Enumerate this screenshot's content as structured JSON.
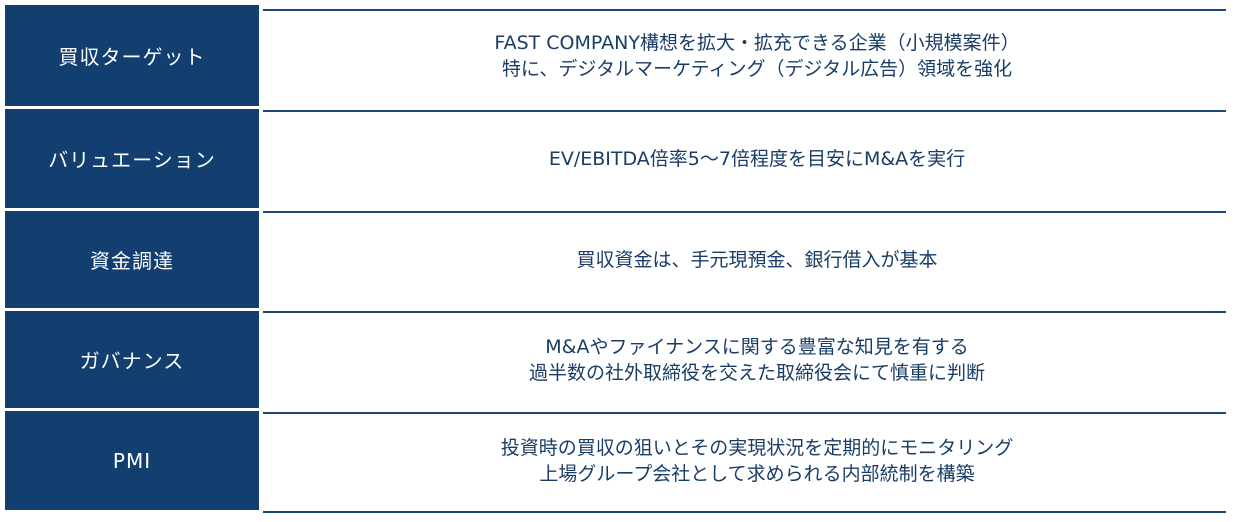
{
  "rows": [
    {
      "label": "買収ターゲット",
      "lines": [
        "FAST COMPANY構想を拡大・拡充できる企業（小規模案件）",
        "特に、デジタルマーケティング（デジタル広告）領域を強化"
      ]
    },
    {
      "label": "バリュエーション",
      "lines": [
        "EV/EBITDA倍率5〜7倍程度を目安にM&Aを実行"
      ]
    },
    {
      "label": "資金調達",
      "lines": [
        "買収資金は、手元現預金、銀行借入が基本"
      ]
    },
    {
      "label": "ガバナンス",
      "lines": [
        "M&Aやファイナンスに関する豊富な知見を有する",
        "過半数の社外取締役を交えた取締役会にて慎重に判断"
      ]
    },
    {
      "label": "PMI",
      "lines": [
        "投資時の買収の狙いとその実現状況を定期的にモニタリング",
        "上場グループ会社として求められる内部統制を構築"
      ]
    }
  ],
  "colors": {
    "label_background": "#123f6f",
    "label_text": "#ffffff",
    "content_text": "#1a3d66",
    "rule": "#1f4877"
  }
}
